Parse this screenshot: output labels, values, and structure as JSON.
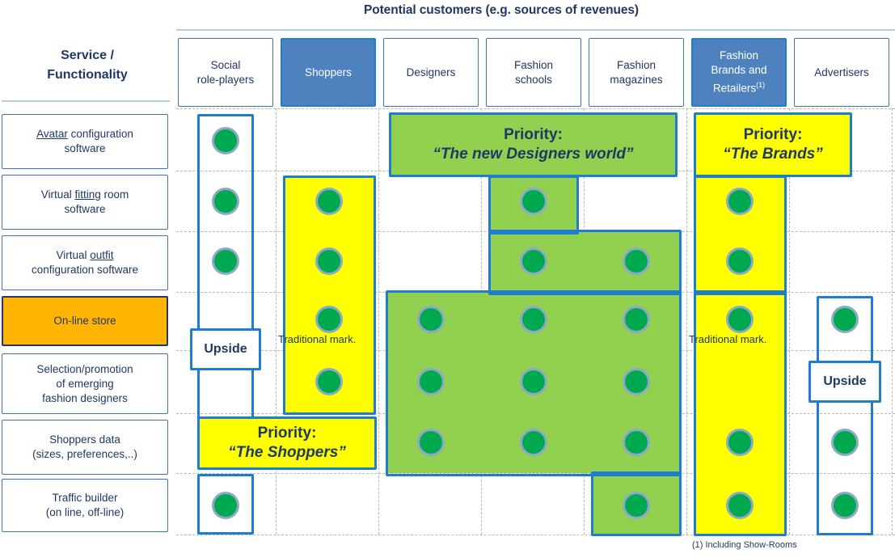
{
  "title": "Potential customers (e.g. sources of revenues)",
  "row_axis_title_line1": "Service /",
  "row_axis_title_line2": "Functionality",
  "footnote": "(1) Including Show-Rooms",
  "colors": {
    "dark_blue": "#1F3864",
    "accent_blue": "#1F7DD0",
    "header_fill": "#4E82BE",
    "green": "#92D050",
    "yellow": "#FFFF00",
    "orange": "#FFB500",
    "dot_green": "#00A94F",
    "grid_gray": "#B7B7B7"
  },
  "columns": [
    {
      "label": "Social\nrole-players",
      "line1": "Social",
      "line2": "role-players",
      "accent": false
    },
    {
      "label": "Shoppers",
      "line1": "Shoppers",
      "line2": "",
      "accent": true
    },
    {
      "label": "Designers",
      "line1": "Designers",
      "line2": "",
      "accent": false
    },
    {
      "label": "Fashion schools",
      "line1": "Fashion",
      "line2": "schools",
      "accent": false
    },
    {
      "label": "Fashion magazines",
      "line1": "Fashion",
      "line2": "magazines",
      "accent": false
    },
    {
      "label": "Fashion Brands and Retailers(1)",
      "line1": "Fashion",
      "line2": "Brands and",
      "line3": "Retailers",
      "sup": "(1)",
      "accent": true
    },
    {
      "label": "Advertisers",
      "line1": "Advertisers",
      "line2": "",
      "accent": false
    }
  ],
  "rows": [
    {
      "line1": "Avatar configuration",
      "line2": "software",
      "underline": "Avatar",
      "highlight": false
    },
    {
      "line1": "Virtual fitting room",
      "line2": "software",
      "underline": "fitting",
      "highlight": false
    },
    {
      "line1": "Virtual outfit",
      "line2": "configuration software",
      "underline": "outfit",
      "highlight": false
    },
    {
      "line1": "On-line store",
      "line2": "",
      "underline": "",
      "highlight": true
    },
    {
      "line1": "Selection/promotion",
      "line2": "of emerging",
      "line3": "fashion designers",
      "underline": "",
      "highlight": false
    },
    {
      "line1": "Shoppers data",
      "line2": "(sizes, preferences,..)",
      "underline": "",
      "highlight": false
    },
    {
      "line1": "Traffic builder",
      "line2": "(on line, off-line)",
      "underline": "",
      "highlight": false
    }
  ],
  "matrix": [
    [
      1,
      0,
      0,
      0,
      0,
      0,
      0
    ],
    [
      1,
      1,
      0,
      1,
      0,
      1,
      0
    ],
    [
      1,
      1,
      0,
      1,
      1,
      1,
      0
    ],
    [
      0,
      1,
      1,
      1,
      1,
      1,
      1
    ],
    [
      0,
      1,
      1,
      1,
      1,
      0,
      0
    ],
    [
      0,
      0,
      1,
      1,
      1,
      1,
      1
    ],
    [
      1,
      0,
      0,
      0,
      1,
      1,
      1
    ]
  ],
  "callouts": [
    {
      "name": "priority-designers",
      "l1": "Priority:",
      "l2": "“The new Designers world”",
      "style": "green"
    },
    {
      "name": "priority-brands",
      "l1": "Priority:",
      "l2": "“The Brands”",
      "style": "yellow"
    },
    {
      "name": "priority-shoppers",
      "l1": "Priority:",
      "l2": "“The Shoppers”",
      "style": "yellow"
    },
    {
      "name": "upside-left",
      "single": "Upside",
      "style": "white"
    },
    {
      "name": "upside-right",
      "single": "Upside",
      "style": "white"
    }
  ],
  "annotations": [
    {
      "name": "traditional-market-shoppers",
      "text": "Traditional mark."
    },
    {
      "name": "traditional-market-brands",
      "text": "Traditional mark."
    }
  ]
}
